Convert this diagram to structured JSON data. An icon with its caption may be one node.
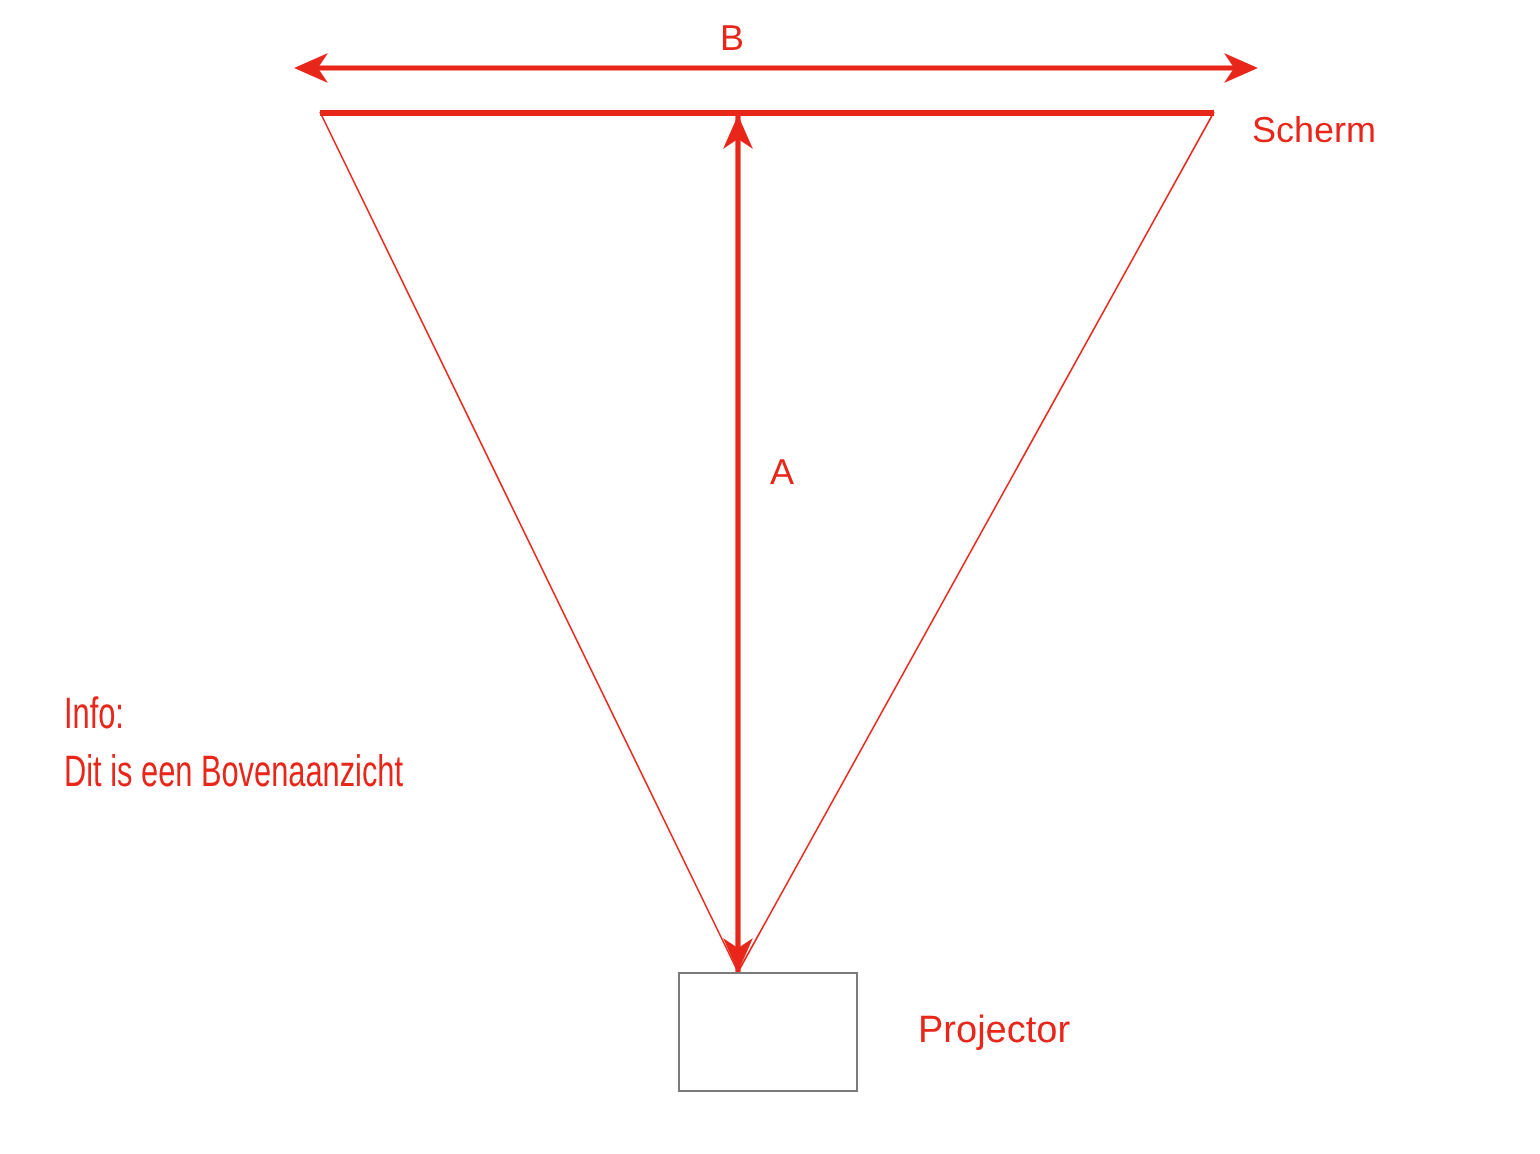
{
  "diagram": {
    "nodes": [
      {
        "text": [],
        "shape": "bar",
        "beside": [
          "Scherm"
        ]
      },
      {
        "text": [],
        "shape": "box",
        "beside": [
          "Projector"
        ]
      }
    ],
    "edges": [
      {
        "from": 1,
        "to": 0,
        "arrow": "none"
      },
      {
        "from": 1,
        "to": 0,
        "arrow": "none"
      },
      {
        "from": 1,
        "to": 0,
        "arrow": "both",
        "label": "A",
        "style": "thick"
      }
    ],
    "labels": [
      "B",
      "Info:",
      "Dit is een Bovenaanzicht"
    ]
  }
}
